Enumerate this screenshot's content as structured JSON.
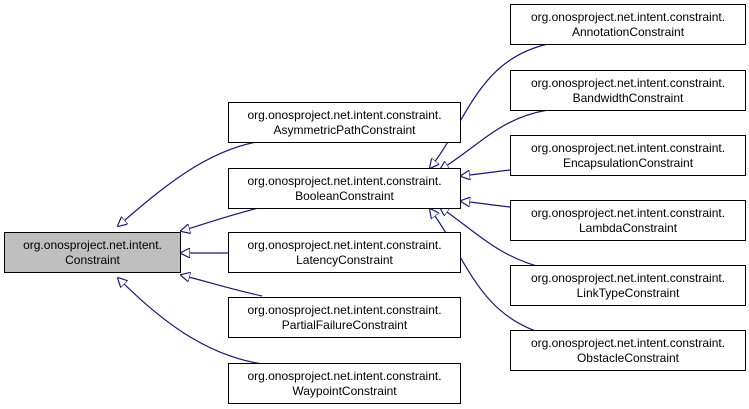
{
  "colors": {
    "edge": "#191970",
    "root_fill": "#bfbfbf",
    "node_fill": "#ffffff",
    "border": "#000000"
  },
  "nodes": {
    "root": {
      "line1": "org.onosproject.net.intent.",
      "line2": "Constraint"
    },
    "asymmetric": {
      "line1": "org.onosproject.net.intent.constraint.",
      "line2": "AsymmetricPathConstraint"
    },
    "boolean": {
      "line1": "org.onosproject.net.intent.constraint.",
      "line2": "BooleanConstraint"
    },
    "latency": {
      "line1": "org.onosproject.net.intent.constraint.",
      "line2": "LatencyConstraint"
    },
    "partial": {
      "line1": "org.onosproject.net.intent.constraint.",
      "line2": "PartialFailureConstraint"
    },
    "waypoint": {
      "line1": "org.onosproject.net.intent.constraint.",
      "line2": "WaypointConstraint"
    },
    "annotation": {
      "line1": "org.onosproject.net.intent.constraint.",
      "line2": "AnnotationConstraint"
    },
    "bandwidth": {
      "line1": "org.onosproject.net.intent.constraint.",
      "line2": "BandwidthConstraint"
    },
    "encapsulation": {
      "line1": "org.onosproject.net.intent.constraint.",
      "line2": "EncapsulationConstraint"
    },
    "lambda": {
      "line1": "org.onosproject.net.intent.constraint.",
      "line2": "LambdaConstraint"
    },
    "linktype": {
      "line1": "org.onosproject.net.intent.constraint.",
      "line2": "LinkTypeConstraint"
    },
    "obstacle": {
      "line1": "org.onosproject.net.intent.constraint.",
      "line2": "ObstacleConstraint"
    }
  }
}
